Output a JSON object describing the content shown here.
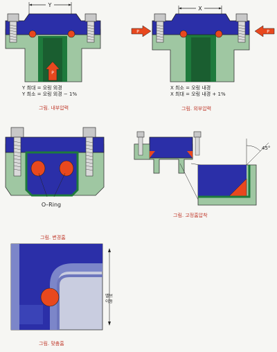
{
  "panels": {
    "p1": {
      "dim_label": "Y",
      "pressure_label": "P",
      "eq": [
        "Y 최대 = 오링 외경",
        "Y 최소 = 오링 외경 − 1%"
      ],
      "caption": "그림. 내부압력"
    },
    "p2": {
      "dim_label": "X",
      "pressure_label": "P",
      "eq": [
        "X 최소 = 오링 내경",
        "X 최대 = 오링 내경 + 1%"
      ],
      "caption": "그림. 외부압력"
    },
    "p3": {
      "label": "O–Ring",
      "caption": "그림. 변경홈"
    },
    "p4": {
      "angle": "45°",
      "caption": "그림. 고정홈압착"
    },
    "p5": {
      "side": "밸브\n이동",
      "caption": "그림. 맞춤홈"
    }
  },
  "colors": {
    "blue": "#2b2fa8",
    "green": "#1e7a3c",
    "light_green": "#9fc7a2",
    "red": "#e8481e",
    "bolt": "#c8c8c8"
  }
}
